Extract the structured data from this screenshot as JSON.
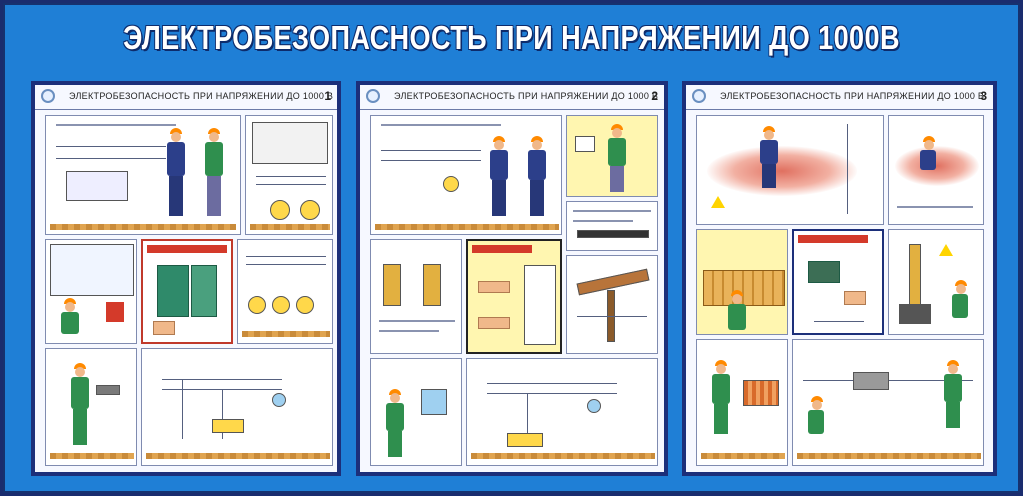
{
  "title": "ЭЛЕКТРОБЕЗОПАСНОСТЬ ПРИ НАПРЯЖЕНИИ ДО 1000В",
  "colors": {
    "stand_background": "#1f7fd6",
    "frame": "#1c2f7a",
    "title_text": "#ffffff",
    "helmet": "#ff8a00",
    "overall": "#2f8f4e"
  },
  "panels": [
    {
      "header": "ЭЛЕКТРОБЕЗОПАСНОСТЬ ПРИ НАПРЯЖЕНИИ ДО 1000 В",
      "number": "1"
    },
    {
      "header": "ЭЛЕКТРОБЕЗОПАСНОСТЬ ПРИ НАПРЯЖЕНИИ ДО 1000 В",
      "number": "2"
    },
    {
      "header": "ЭЛЕКТРОБЕЗОПАСНОСТЬ ПРИ НАПРЯЖЕНИИ ДО 1000 В",
      "number": "3"
    }
  ]
}
